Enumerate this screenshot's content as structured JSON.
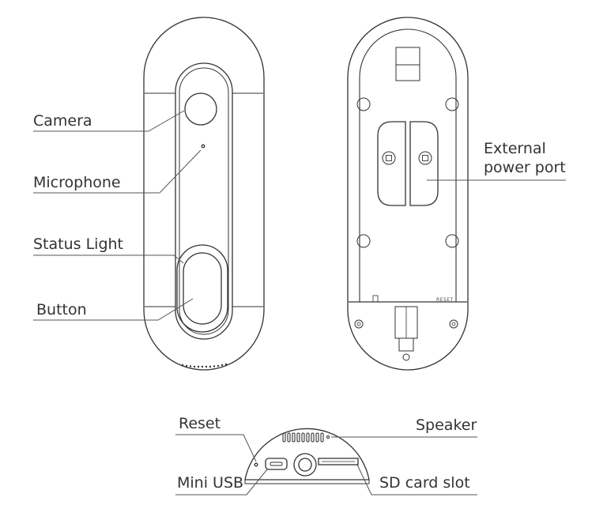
{
  "front_view": {
    "labels": {
      "camera": "Camera",
      "microphone": "Microphone",
      "status_light": "Status Light",
      "button": "Button"
    }
  },
  "back_view": {
    "labels": {
      "external_power_port_line1": "External",
      "external_power_port_line2": "power port"
    },
    "engraved_text": {
      "reset": "RESET"
    }
  },
  "bottom_view": {
    "labels": {
      "reset": "Reset",
      "speaker": "Speaker",
      "mini_usb": "Mini USB",
      "sd_card_slot": "SD card slot"
    }
  },
  "colors": {
    "stroke": "#333333",
    "leader": "#555555"
  }
}
